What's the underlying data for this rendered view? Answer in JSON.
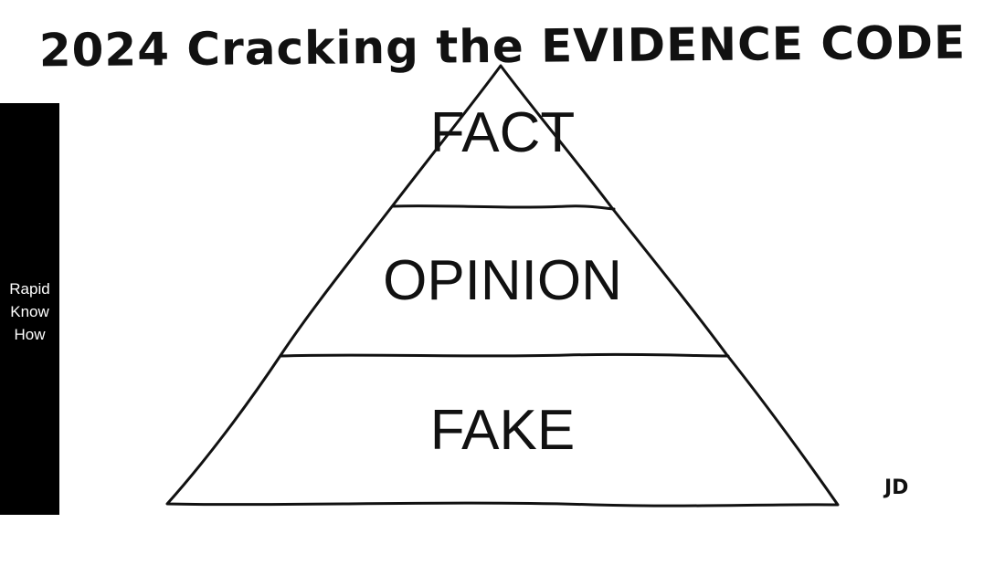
{
  "title": "2024 Cracking the EVIDENCE CODE",
  "sidebar": {
    "lines": [
      "Rapid",
      "Know",
      "How"
    ],
    "background": "#000000",
    "text_color": "#ffffff"
  },
  "pyramid": {
    "tiers": [
      {
        "label": "FACT"
      },
      {
        "label": "OPINION"
      },
      {
        "label": "FAKE"
      }
    ],
    "stroke_color": "#111111"
  },
  "signature": "JD"
}
